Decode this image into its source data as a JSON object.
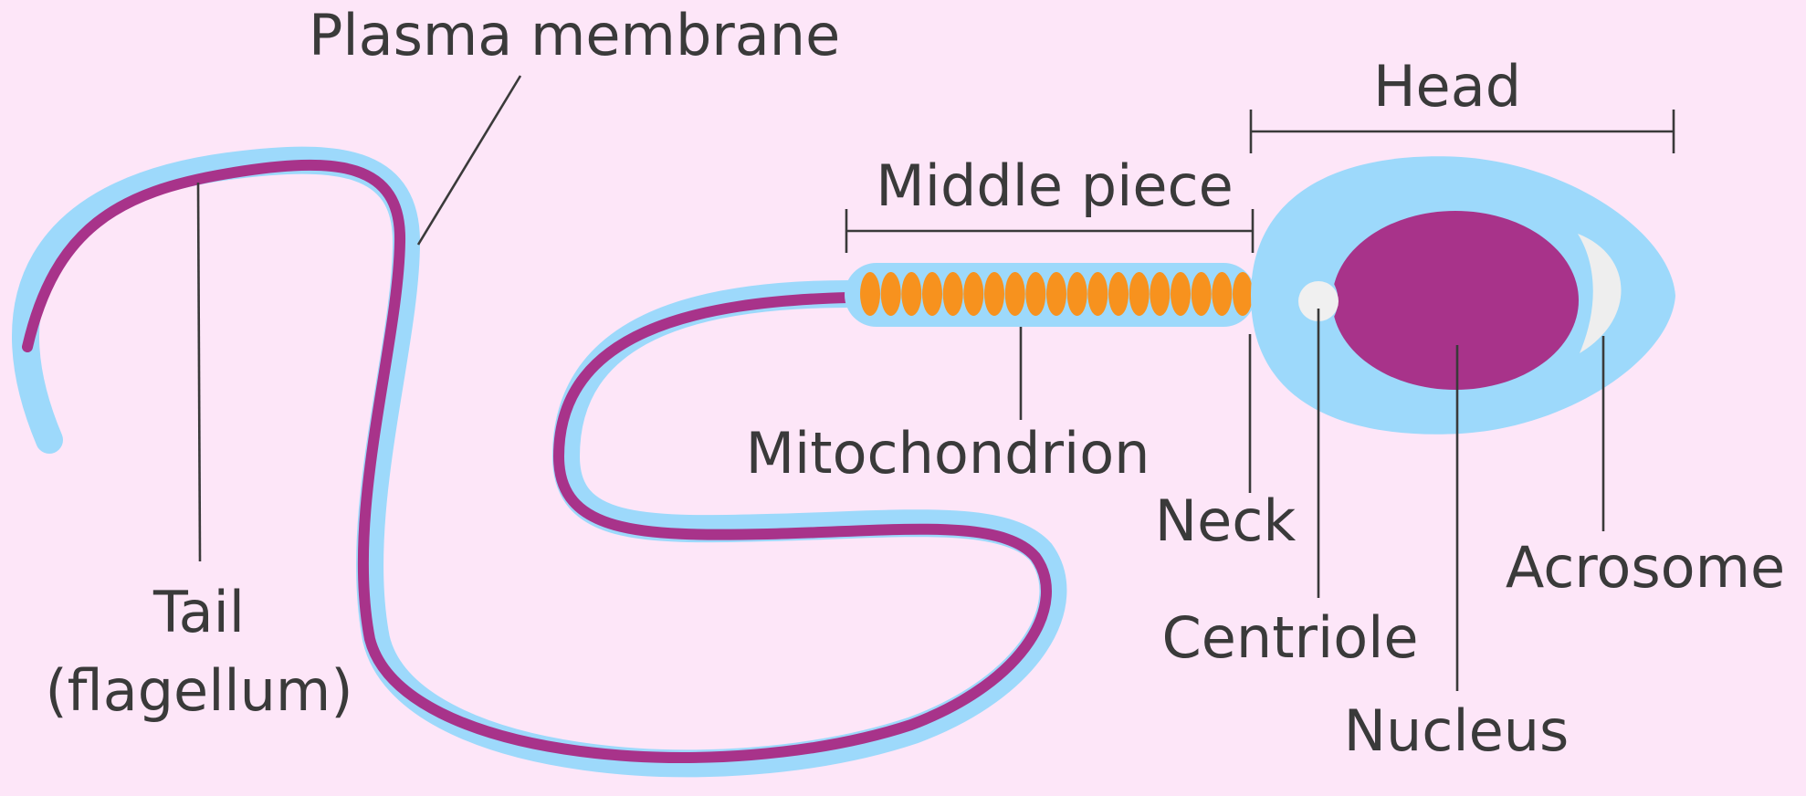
{
  "colors": {
    "background": "#fde6f8",
    "membrane": "#9dd9fb",
    "flagellum_core": "#a8338a",
    "nucleus": "#a8338a",
    "mitochondria": "#f7921e",
    "centriole": "#f0f0f0",
    "acrosome": "#eeeeee",
    "line": "#3a3a3a"
  },
  "labels": {
    "plasma_membrane": "Plasma membrane",
    "head": "Head",
    "middle_piece": "Middle piece",
    "mitochondrion": "Mitochondrion",
    "neck": "Neck",
    "centriole": "Centriole",
    "nucleus": "Nucleus",
    "acrosome": "Acrosome",
    "tail_line1": "Tail",
    "tail_line2": "(flagellum)"
  }
}
